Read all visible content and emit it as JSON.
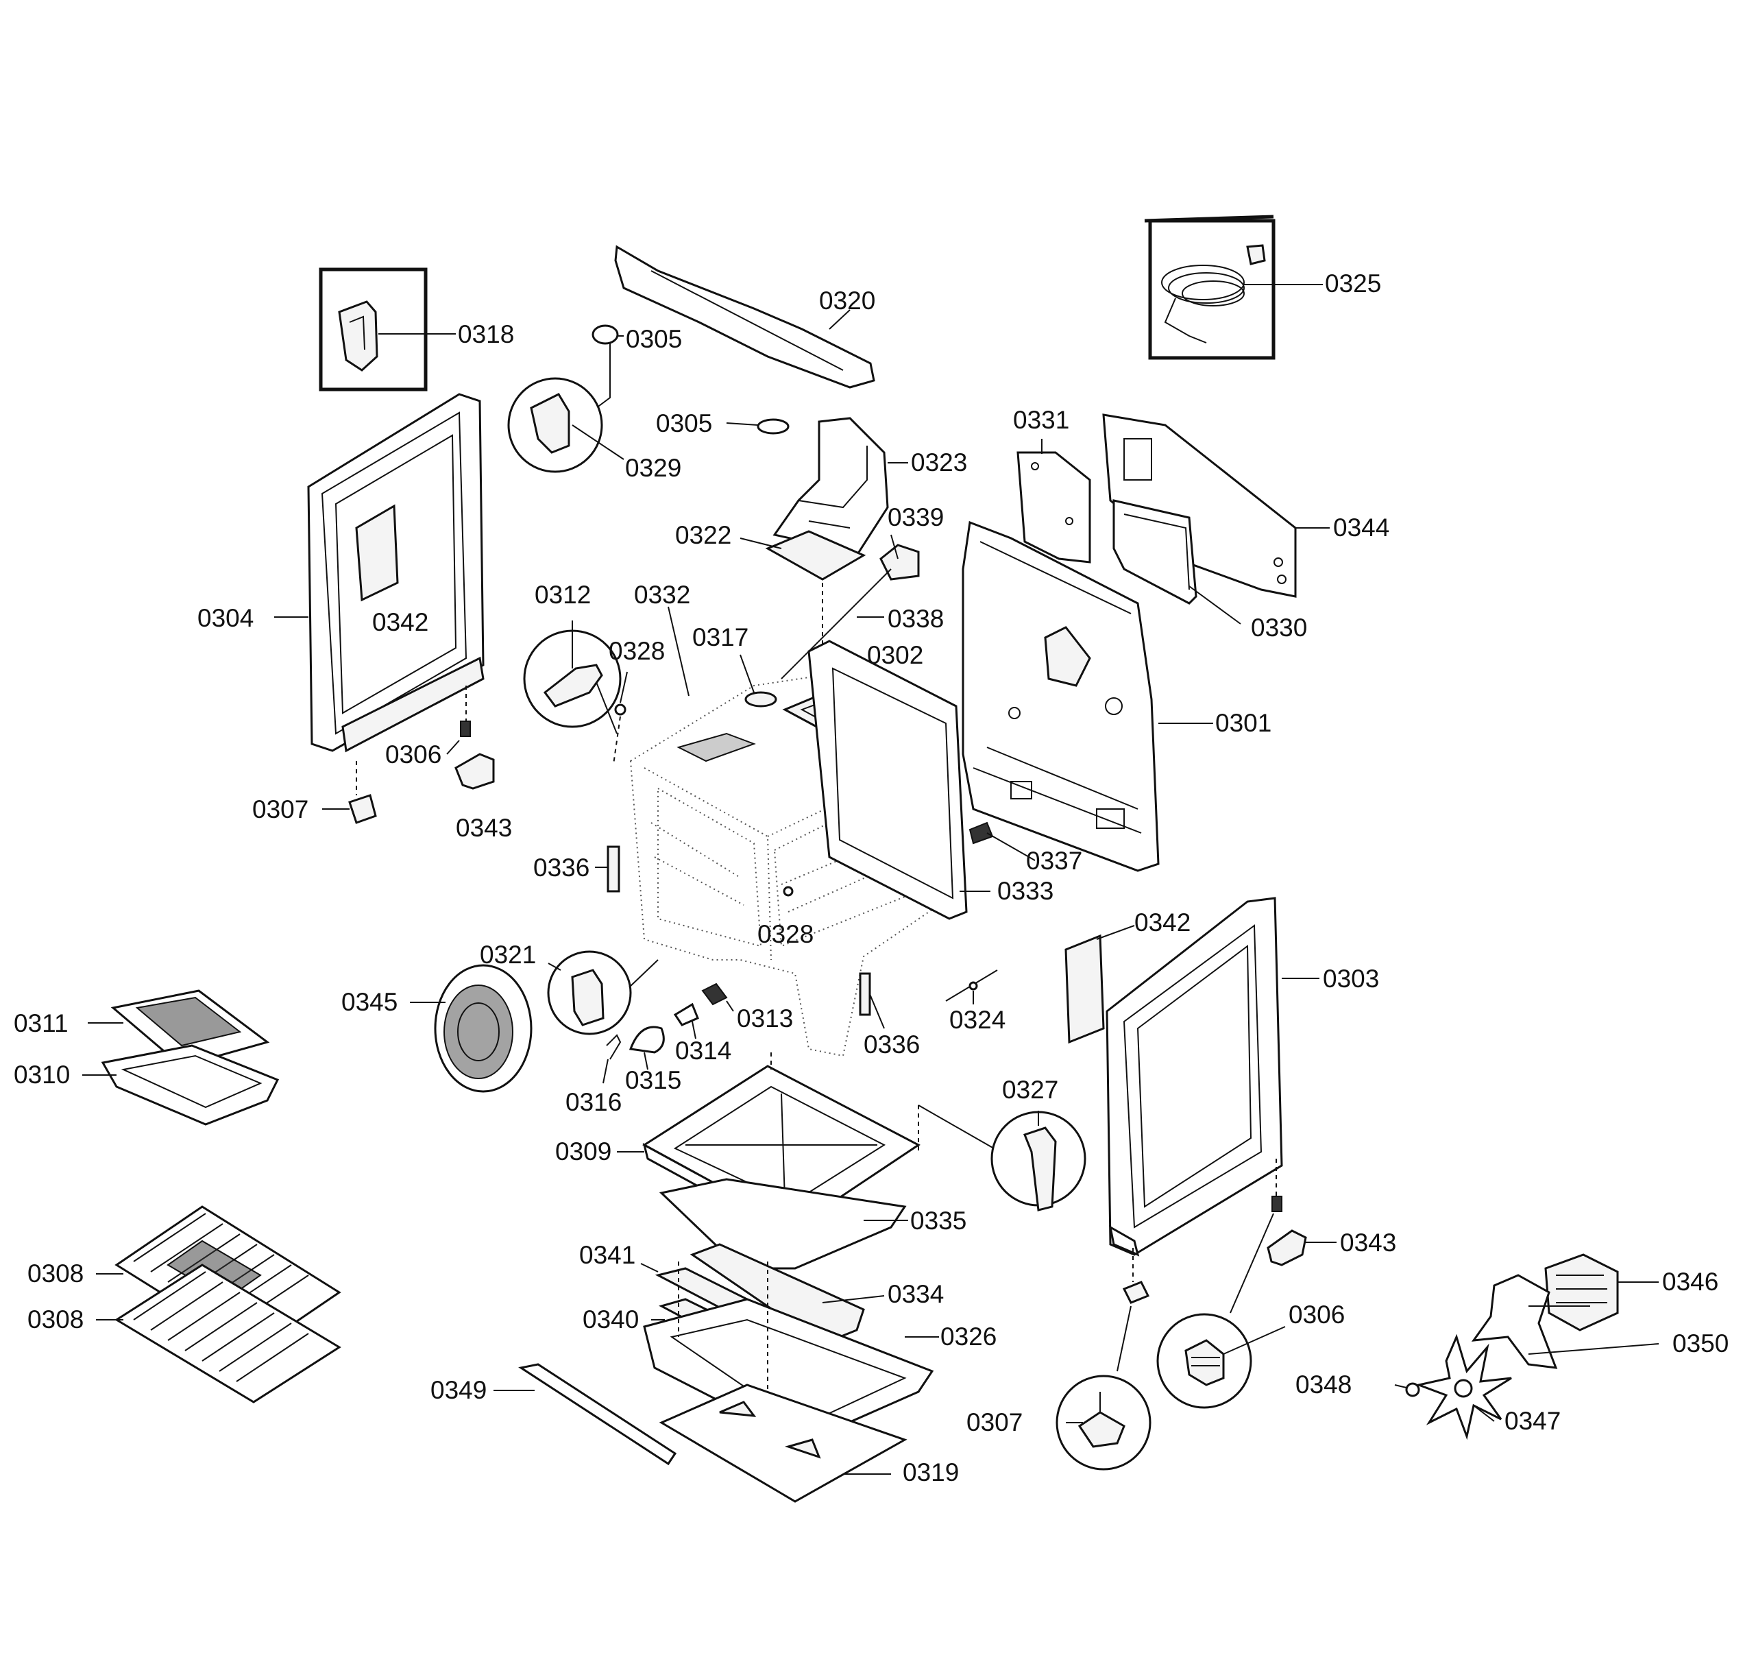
{
  "labels": {
    "l0301": "0301",
    "l0302": "0302",
    "l0303": "0303",
    "l0304": "0304",
    "l0305a": "0305",
    "l0305b": "0305",
    "l0306a": "0306",
    "l0306b": "0306",
    "l0307a": "0307",
    "l0307b": "0307",
    "l0308a": "0308",
    "l0308b": "0308",
    "l0309": "0309",
    "l0310": "0310",
    "l0311": "0311",
    "l0312": "0312",
    "l0313": "0313",
    "l0314": "0314",
    "l0315": "0315",
    "l0316": "0316",
    "l0317": "0317",
    "l0318": "0318",
    "l0319": "0319",
    "l0320": "0320",
    "l0321": "0321",
    "l0322": "0322",
    "l0323": "0323",
    "l0324": "0324",
    "l0325": "0325",
    "l0326": "0326",
    "l0327": "0327",
    "l0328a": "0328",
    "l0328b": "0328",
    "l0329": "0329",
    "l0330": "0330",
    "l0331": "0331",
    "l0332": "0332",
    "l0333": "0333",
    "l0334": "0334",
    "l0335": "0335",
    "l0336a": "0336",
    "l0336b": "0336",
    "l0337": "0337",
    "l0338": "0338",
    "l0339": "0339",
    "l0340": "0340",
    "l0341": "0341",
    "l0342a": "0342",
    "l0342b": "0342",
    "l0343a": "0343",
    "l0343b": "0343",
    "l0344": "0344",
    "l0345": "0345",
    "l0346": "0346",
    "l0347": "0347",
    "l0348": "0348",
    "l0349": "0349",
    "l0350": "0350"
  }
}
